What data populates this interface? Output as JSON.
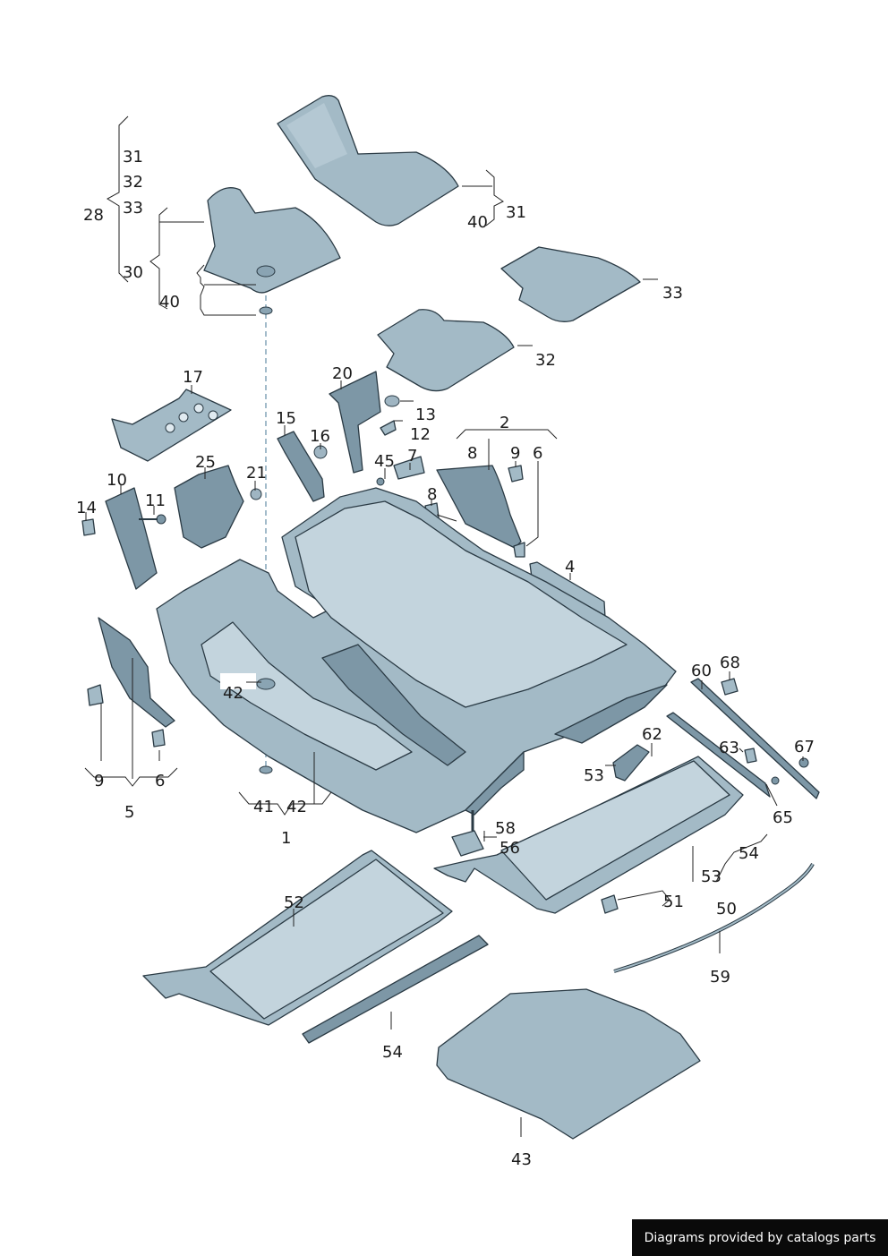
{
  "labels": [
    "31",
    "32",
    "33",
    "28",
    "30",
    "40",
    "31",
    "40",
    "33",
    "32",
    "17",
    "20",
    "13",
    "12",
    "15",
    "16",
    "45",
    "7",
    "2",
    "8",
    "9",
    "6",
    "25",
    "21",
    "10",
    "11",
    "14",
    "8",
    "4",
    "42",
    "9",
    "6",
    "5",
    "41",
    "42",
    "1",
    "60",
    "68",
    "62",
    "63",
    "67",
    "53",
    "58",
    "56",
    "65",
    "54",
    "53",
    "51",
    "50",
    "52",
    "54",
    "59",
    "43"
  ],
  "credit": "Diagrams provided by catalogs parts"
}
